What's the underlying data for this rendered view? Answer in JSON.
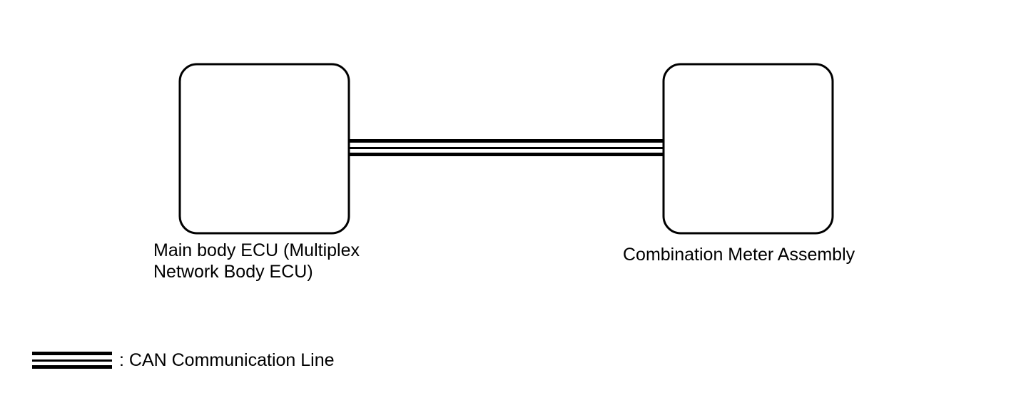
{
  "nodes": {
    "main_body_ecu": {
      "line1": "Main body ECU (Multiplex",
      "line2": "Network Body ECU)"
    },
    "combination_meter": {
      "label": "Combination Meter Assembly"
    }
  },
  "legend": {
    "can_line_label": ": CAN Communication Line"
  },
  "colors": {
    "stroke": "#000000",
    "background": "#ffffff"
  }
}
